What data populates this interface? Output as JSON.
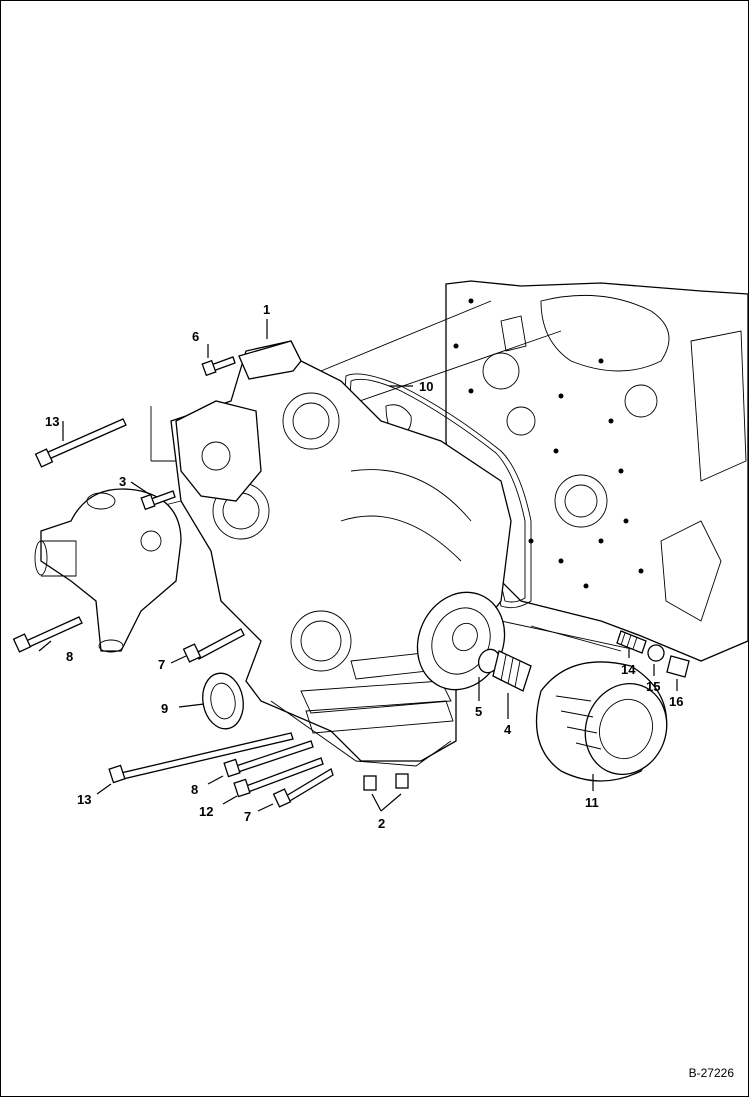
{
  "callouts": [
    "1",
    "2",
    "3",
    "4",
    "5",
    "6",
    "7",
    "7",
    "8",
    "8",
    "9",
    "10",
    "11",
    "12",
    "13",
    "13",
    "14",
    "15",
    "16"
  ],
  "doc_number": "B-27226"
}
